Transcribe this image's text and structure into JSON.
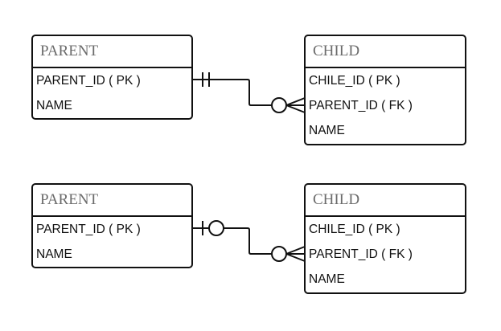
{
  "colors": {
    "border": "#111111",
    "title_text": "#6b6b6b",
    "attr_text": "#111111",
    "background": "#ffffff"
  },
  "diagrams": [
    {
      "parent": {
        "title": "PARENT",
        "attributes": [
          "PARENT_ID ( PK )",
          "NAME"
        ]
      },
      "child": {
        "title": "CHILD",
        "attributes": [
          "CHILE_ID ( PK )",
          "PARENT_ID ( FK )",
          "NAME"
        ]
      },
      "relationship": {
        "parent_end": "exactly-one",
        "child_end": "zero-or-many"
      }
    },
    {
      "parent": {
        "title": "PARENT",
        "attributes": [
          "PARENT_ID ( PK )",
          "NAME"
        ]
      },
      "child": {
        "title": "CHILD",
        "attributes": [
          "CHILE_ID ( PK )",
          "PARENT_ID ( FK )",
          "NAME"
        ]
      },
      "relationship": {
        "parent_end": "zero-or-one",
        "child_end": "zero-or-many"
      }
    }
  ]
}
